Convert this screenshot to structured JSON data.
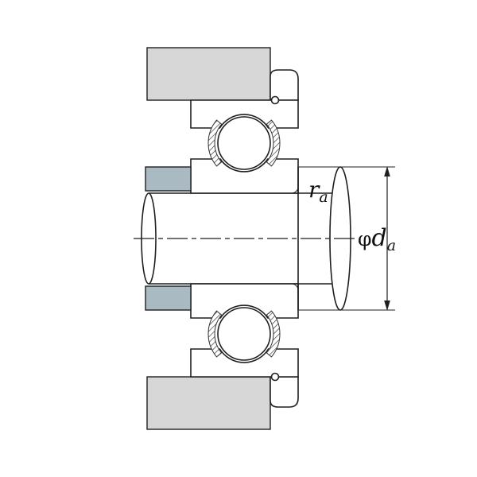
{
  "figure": {
    "description": "Deep groove ball bearing mounting cross-section with shaft abutment and shoulder diameter dimension",
    "annotations": {
      "fillet_radius": {
        "symbol": "r",
        "sub": "a"
      },
      "abutment_diameter": {
        "phi": "φ",
        "symbol": "d",
        "sub": "a"
      }
    },
    "colors": {
      "housing_fill": "#d7d7d7",
      "abutment_fill": "#a9bac2",
      "line": "#1f1f1f",
      "background": "#ffffff"
    }
  }
}
